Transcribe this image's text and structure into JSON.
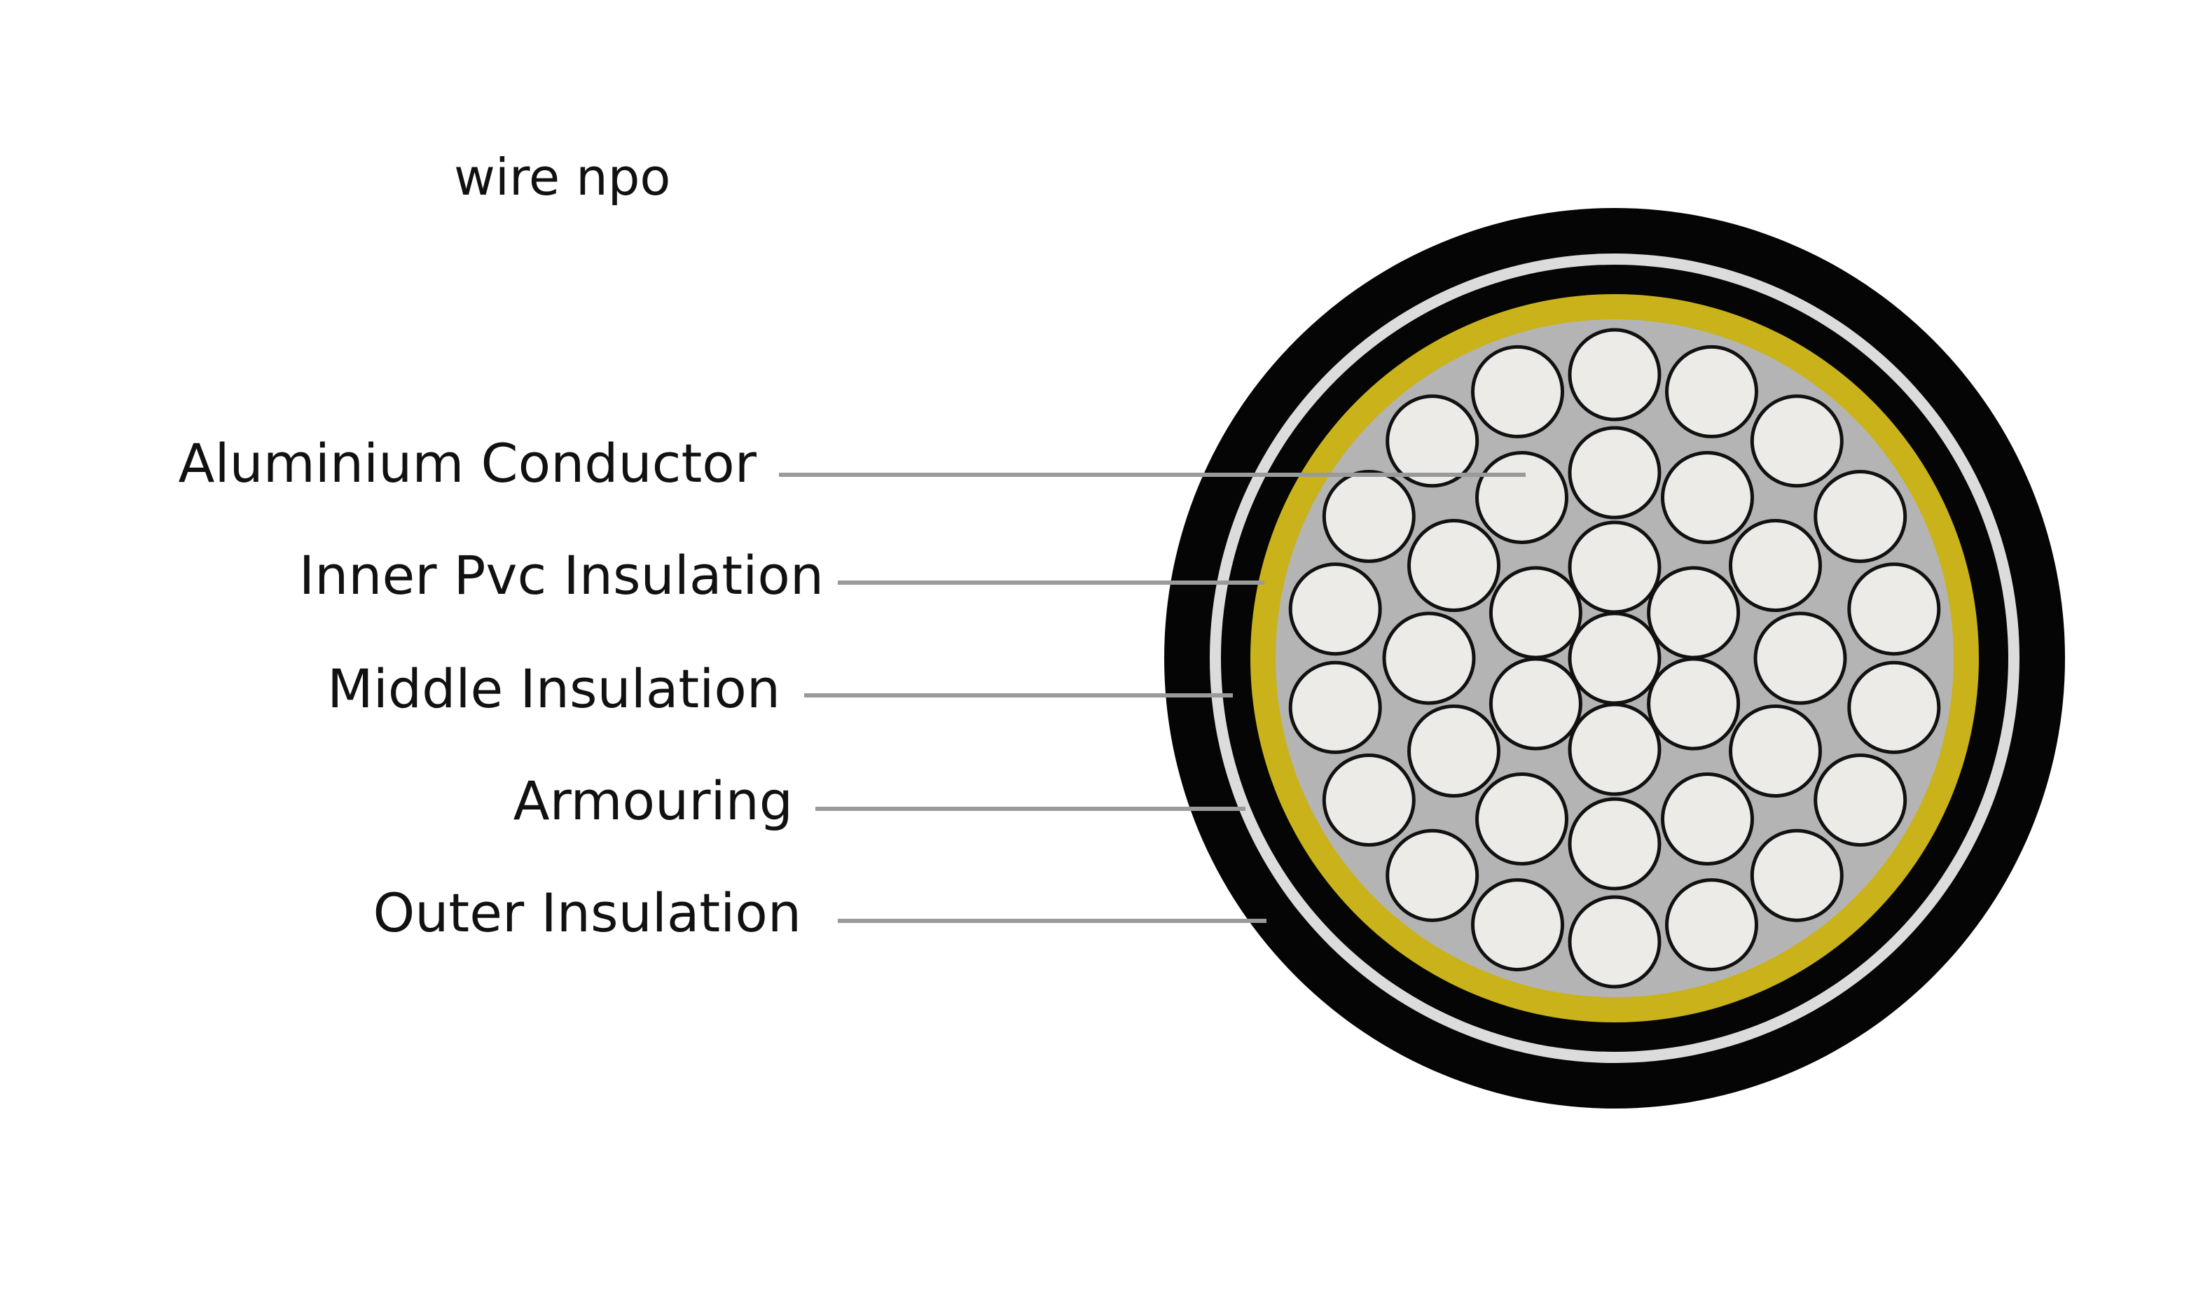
{
  "brand": "wire npo",
  "colors": {
    "background": "#ffffff",
    "outer_insulation": "#050505",
    "armouring": "#dcdcdc",
    "middle_insulation": "#050505",
    "inner_pvc_insulation": "#c9b21a",
    "filler": "#b4b4b4",
    "conductor_strand": "#ecebe8",
    "strand_outline": "#111111",
    "leader_line": "#9a9a9a",
    "text": "#111111"
  },
  "labels": [
    {
      "id": "aluminium-conductor",
      "text": "Aluminium Conductor",
      "points_to": "conductor_strand"
    },
    {
      "id": "inner-pvc-insulation",
      "text": "Inner Pvc Insulation",
      "points_to": "inner_pvc_insulation"
    },
    {
      "id": "middle-insulation",
      "text": "Middle Insulation",
      "points_to": "middle_insulation"
    },
    {
      "id": "armouring",
      "text": "Armouring",
      "points_to": "armouring"
    },
    {
      "id": "outer-insulation",
      "text": "Outer Insulation",
      "points_to": "outer_insulation"
    }
  ]
}
